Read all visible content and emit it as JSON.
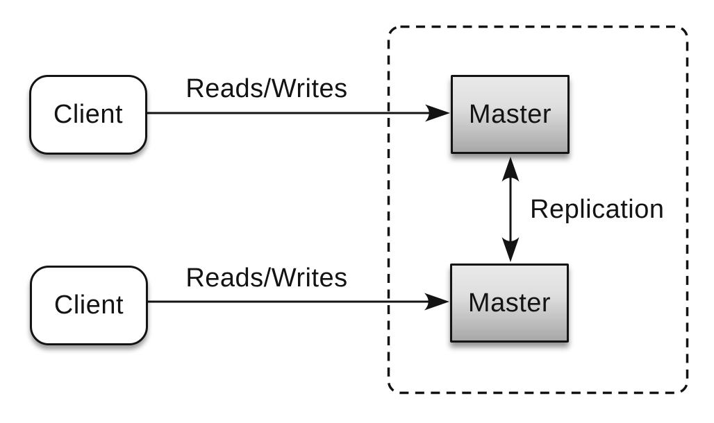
{
  "diagram": {
    "type": "architecture-diagram",
    "description": "Master-master replication topology with two clients",
    "clients": [
      {
        "id": "client-top",
        "label": "Client"
      },
      {
        "id": "client-bottom",
        "label": "Client"
      }
    ],
    "masters": [
      {
        "id": "master-top",
        "label": "Master"
      },
      {
        "id": "master-bottom",
        "label": "Master"
      }
    ],
    "edges": [
      {
        "label": "Reads/Writes",
        "from": "client-top",
        "to": "master-top",
        "style": "single-arrow"
      },
      {
        "label": "Reads/Writes",
        "from": "client-bottom",
        "to": "master-bottom",
        "style": "single-arrow"
      },
      {
        "label": "Replication",
        "from": "master-top",
        "to": "master-bottom",
        "style": "double-arrow"
      }
    ],
    "boundary": {
      "encloses": [
        "master-top",
        "master-bottom"
      ],
      "style": "dashed-rounded-rect"
    },
    "colors": {
      "background": "#ffffff",
      "stroke": "#131313",
      "client_fill": "#ffffff",
      "master_gradient_top": "#e9e9e9",
      "master_gradient_bottom": "#a8a8a8",
      "text": "#131313"
    }
  }
}
